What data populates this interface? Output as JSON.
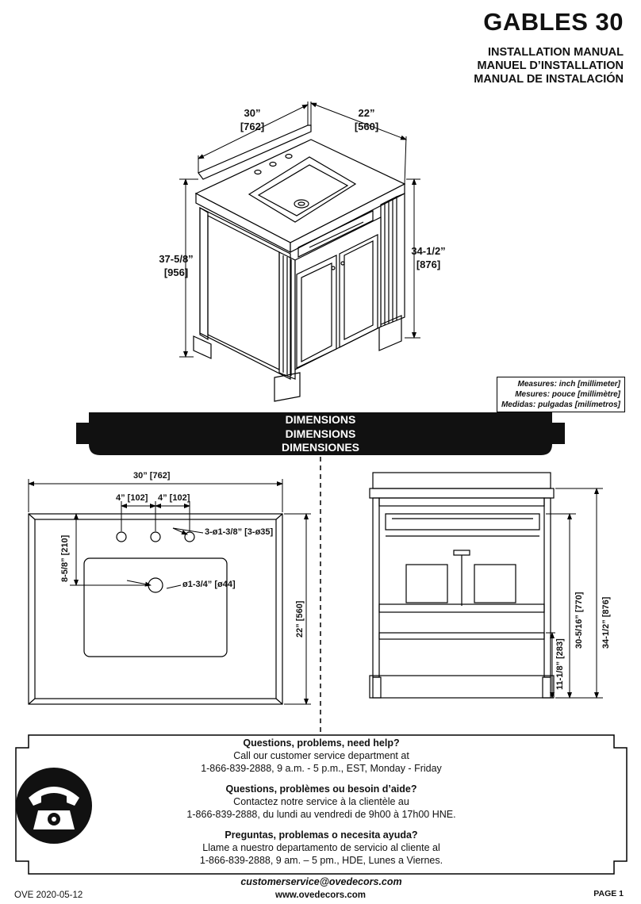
{
  "header": {
    "title": "GABLES 30",
    "subtitles": [
      "INSTALLATION MANUAL",
      "MANUEL D’INSTALLATION",
      "MANUAL DE INSTALACIÓN"
    ]
  },
  "top_drawing": {
    "width_label": [
      "30”",
      "[762]"
    ],
    "depth_label": [
      "22”",
      "[560]"
    ],
    "height_label": [
      "37-5/8”",
      "[956]"
    ],
    "counter_height_label": [
      "34-1/2”",
      "[876]"
    ]
  },
  "legend": [
    "Measures: inch [millimeter]",
    "Mesures: pouce [millimètre]",
    "Medidas: pulgadas [milímetros]"
  ],
  "banner": [
    "DIMENSIONS",
    "DIMENSIONS",
    "DIMENSIONES"
  ],
  "plan_view": {
    "width": "30” [762]",
    "spacing_1": "4” [102]",
    "spacing_2": "4” [102]",
    "faucet_holes": "3-ø1-3/8” [3-ø35]",
    "drain": "ø1-3/4” [ø44]",
    "sink_offset": "8-5/8” [210]",
    "depth": "22” [560]"
  },
  "side_view": {
    "opening_height": "30-5/16” [770]",
    "total_height": "34-1/2” [876]",
    "shelf_height": "11-1/8” [283]"
  },
  "help": {
    "en": {
      "title": "Questions, problems, need help?",
      "lines": [
        "Call our customer service department at",
        "1-866-839-2888, 9 a.m. - 5 p.m., EST, Monday - Friday"
      ]
    },
    "fr": {
      "title": "Questions, problèmes ou besoin d’aide?",
      "lines": [
        "Contactez notre service à la clientèle au",
        "1-866-839-2888, du lundi au vendredi de 9h00 à 17h00 HNE."
      ]
    },
    "es": {
      "title": "Preguntas, problemas o necesita ayuda?",
      "lines": [
        "Llame a nuestro departamento de servicio al cliente al",
        "1-866-839-2888, 9 am. – 5 pm., HDE, Lunes a Viernes."
      ]
    },
    "email": "customerservice@ovedecors.com"
  },
  "footer": {
    "left": "OVE 2020-05-12",
    "center": "www.ovedecors.com",
    "right": "PAGE 1"
  }
}
